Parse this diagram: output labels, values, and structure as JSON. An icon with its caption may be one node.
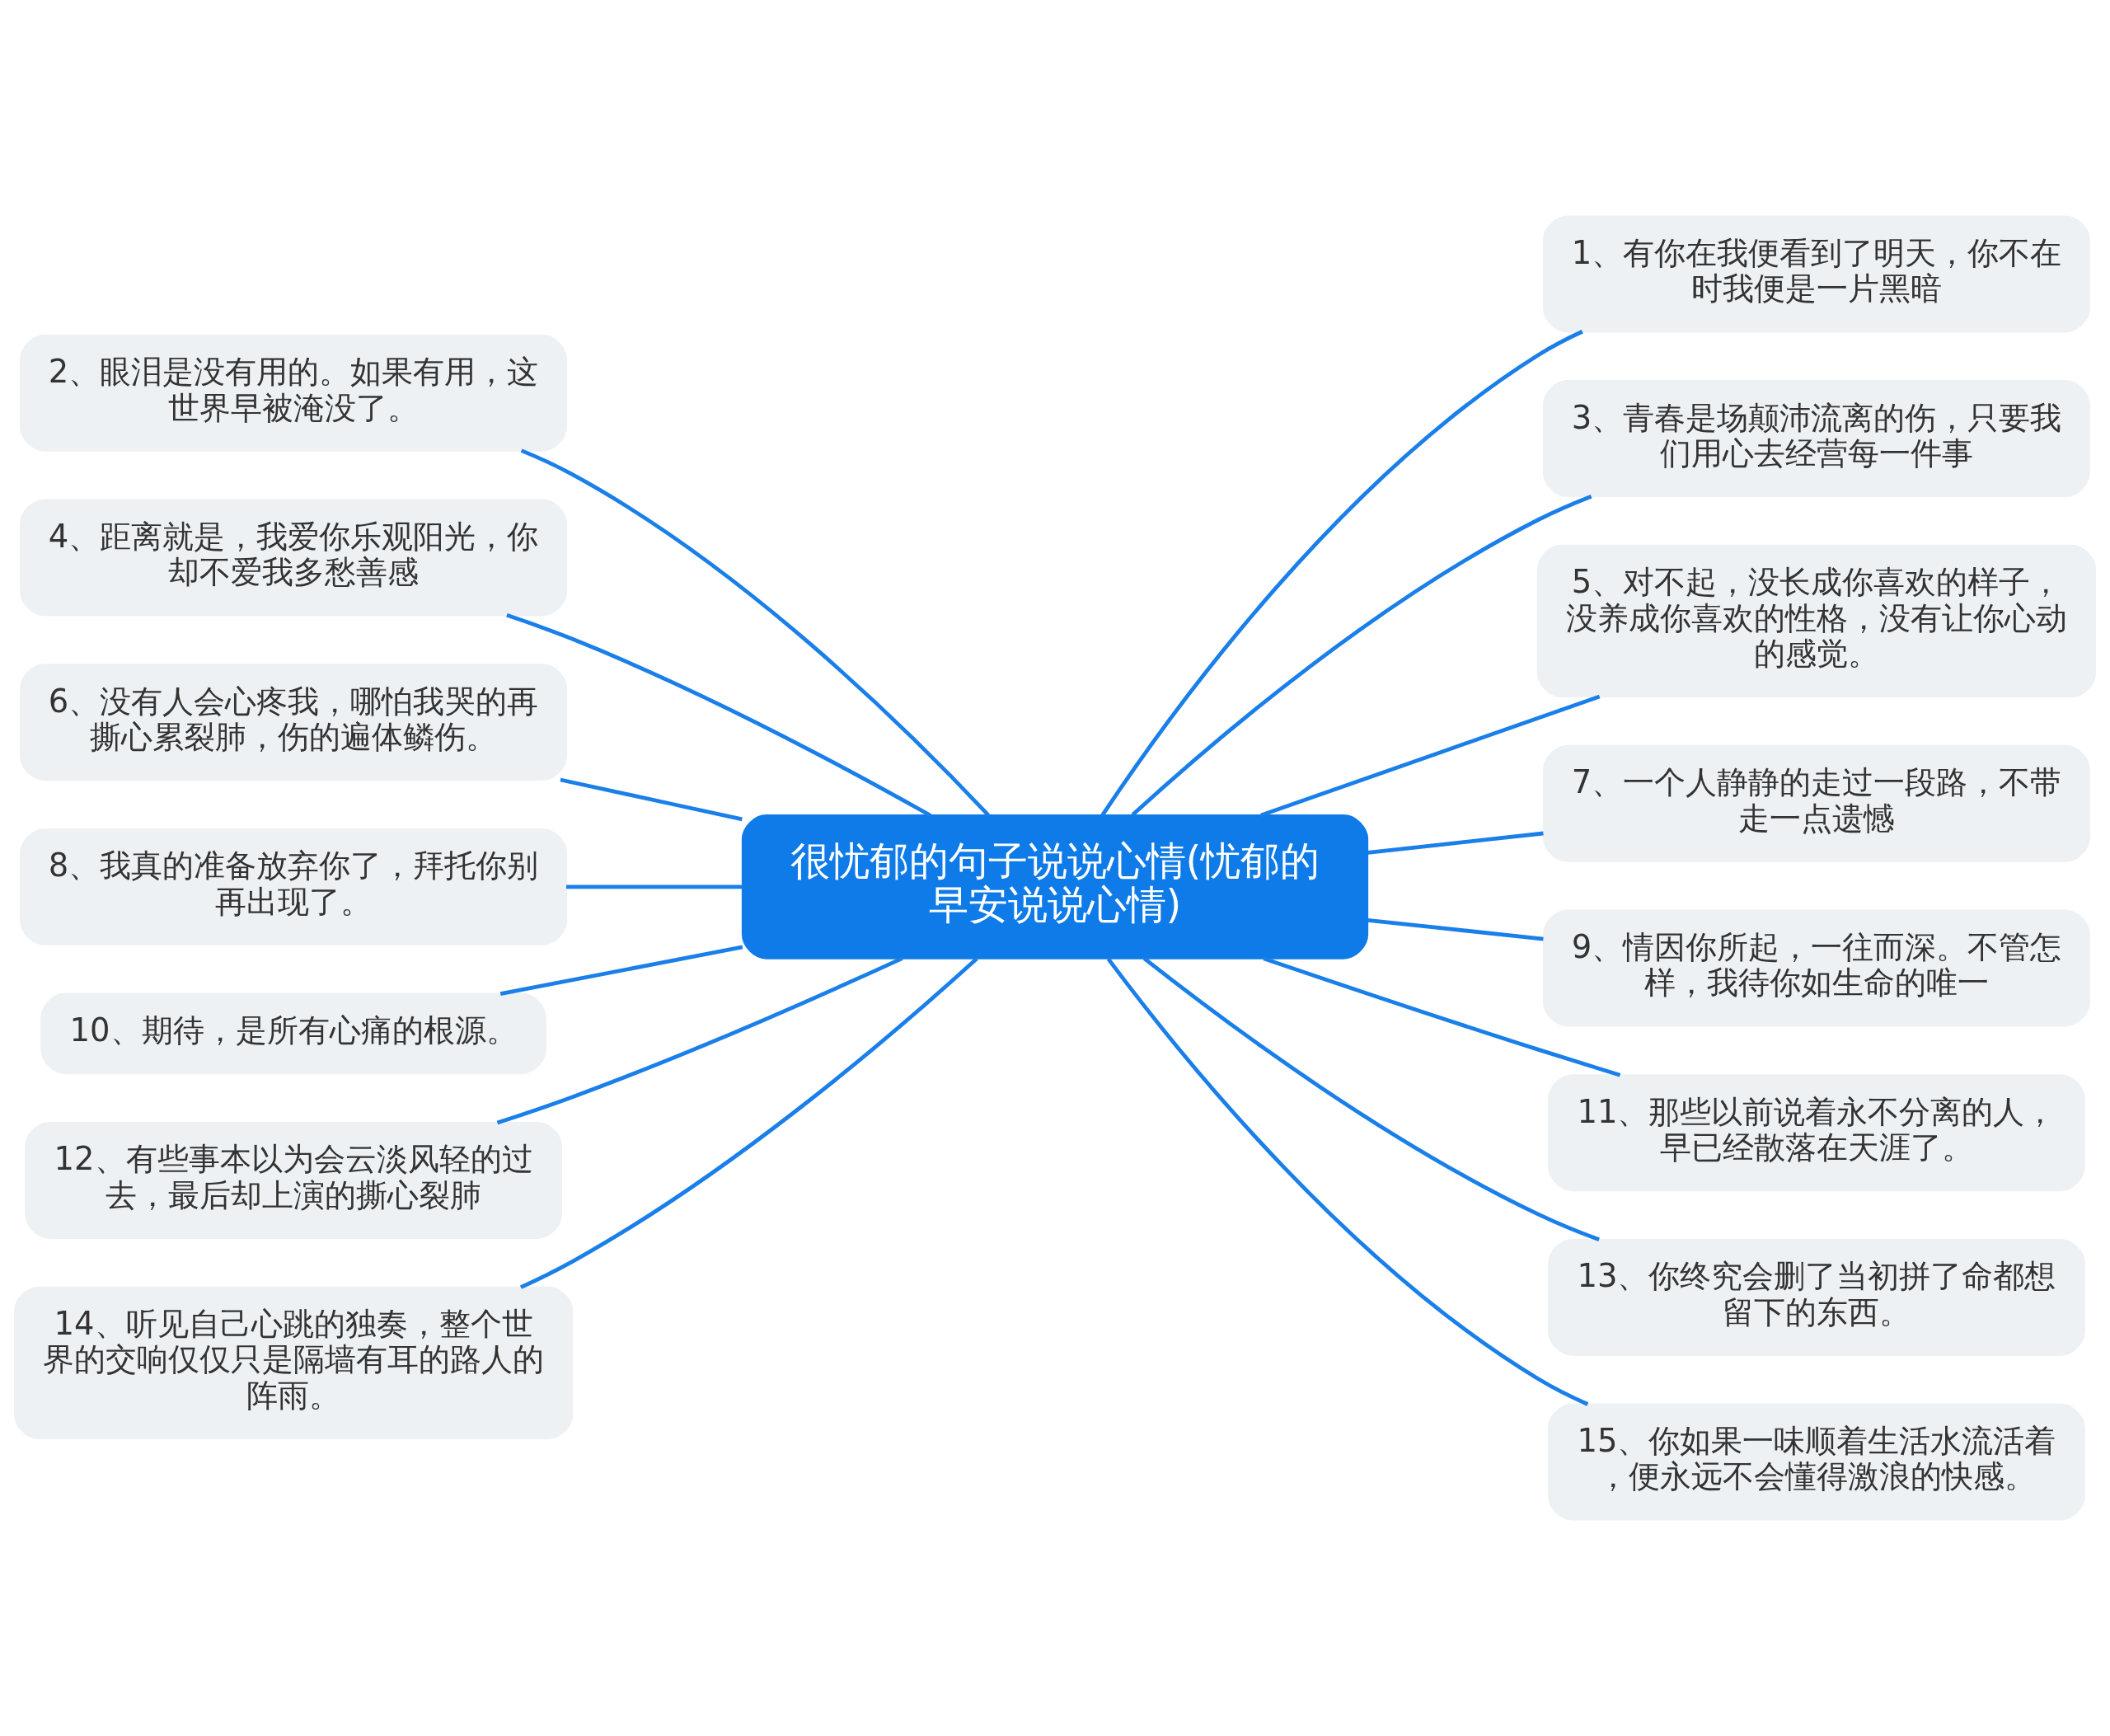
{
  "diagram": {
    "nodes": [
      {
        "text": [
          "很忧郁的句子说说心情(忧郁的早安说说心情)"
        ]
      },
      {
        "text": [
          "1、有你在我便看到了明天，你不在时我便是一片黑暗"
        ]
      },
      {
        "text": [
          "2、眼泪是没有用的。如果有用，这世界早被淹没了。"
        ]
      },
      {
        "text": [
          "3、青春是场颠沛流离的伤，只要我们用心去经营每一件事"
        ]
      },
      {
        "text": [
          "4、距离就是，我爱你乐观阳光，你却不爱我多愁善感"
        ]
      },
      {
        "text": [
          "5、对不起，没长成你喜欢的样子，没养成你喜欢的性格，没有让你心动的感觉。"
        ]
      },
      {
        "text": [
          "6、没有人会心疼我，哪怕我哭的再撕心累裂肺，伤的遍体鳞伤。"
        ]
      },
      {
        "text": [
          "7、一个人静静的走过一段路，不带走一点遗憾"
        ]
      },
      {
        "text": [
          "8、我真的准备放弃你了，拜托你别再出现了。"
        ]
      },
      {
        "text": [
          "9、情因你所起，一往而深。不管怎样，我待你如生命的唯一"
        ]
      },
      {
        "text": [
          "10、期待，是所有心痛的根源。"
        ]
      },
      {
        "text": [
          "11、那些以前说着永不分离的人，早已经散落在天涯了。"
        ]
      },
      {
        "text": [
          "12、有些事本以为会云淡风轻的过去，最后却上演的撕心裂肺"
        ]
      },
      {
        "text": [
          "13、你终究会删了当初拼了命都想留下的东西。"
        ]
      },
      {
        "text": [
          "14、听见自己心跳的独奏，整个世界的交响仅仅只是隔墙有耳的路人的阵雨。"
        ]
      },
      {
        "text": [
          "15、你如果一味顺着生活水流活着，便永远不会懂得激浪的快感。"
        ]
      }
    ],
    "edges": [
      {
        "from": 0,
        "to": 1,
        "arrow": "none"
      },
      {
        "from": 0,
        "to": 2,
        "arrow": "none"
      },
      {
        "from": 0,
        "to": 3,
        "arrow": "none"
      },
      {
        "from": 0,
        "to": 4,
        "arrow": "none"
      },
      {
        "from": 0,
        "to": 5,
        "arrow": "none"
      },
      {
        "from": 0,
        "to": 6,
        "arrow": "none"
      },
      {
        "from": 0,
        "to": 7,
        "arrow": "none"
      },
      {
        "from": 0,
        "to": 8,
        "arrow": "none"
      },
      {
        "from": 0,
        "to": 9,
        "arrow": "none"
      },
      {
        "from": 0,
        "to": 10,
        "arrow": "none"
      },
      {
        "from": 0,
        "to": 11,
        "arrow": "none"
      },
      {
        "from": 0,
        "to": 12,
        "arrow": "none"
      },
      {
        "from": 0,
        "to": 13,
        "arrow": "none"
      },
      {
        "from": 0,
        "to": 14,
        "arrow": "none"
      },
      {
        "from": 0,
        "to": 15,
        "arrow": "none"
      }
    ]
  }
}
